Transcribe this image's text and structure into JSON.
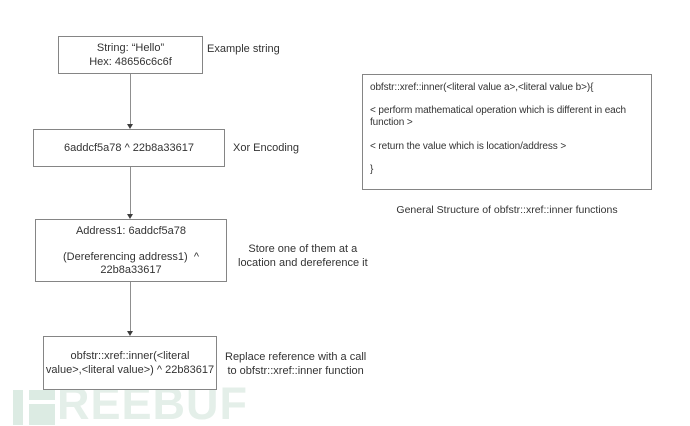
{
  "colors": {
    "box_border": "#858585",
    "text": "#333333",
    "arrow_line": "#8f8f8f",
    "arrow_head": "#3d3d3d",
    "watermark": "#dcebe3"
  },
  "watermark": {
    "text": "REEBUF"
  },
  "flowchart": {
    "boxes": [
      {
        "text": "String: “Hello”\nHex: 48656c6c6f",
        "label": "Example string"
      },
      {
        "text": "6addcf5a78 ^ 22b8a33617",
        "label": "Xor Encoding"
      },
      {
        "text": "Address1: 6addcf5a78\n\n(Dereferencing address1)  ^\n22b8a33617",
        "label": "Store one of them at a\nlocation and dereference it"
      },
      {
        "text": "obfstr::xref::inner(<literal\nvalue>,<literal value>) ^ 22b83617",
        "label": "Replace reference with a call\nto obfstr::xref::inner function"
      }
    ]
  },
  "code_panel": {
    "code": "obfstr::xref::inner(<literal value a>,<literal value b>){\n\n< perform mathematical operation which is different in each\nfunction >\n\n< return the value which is location/address >\n\n}",
    "caption": "General Structure of obfstr::xref::inner functions"
  }
}
